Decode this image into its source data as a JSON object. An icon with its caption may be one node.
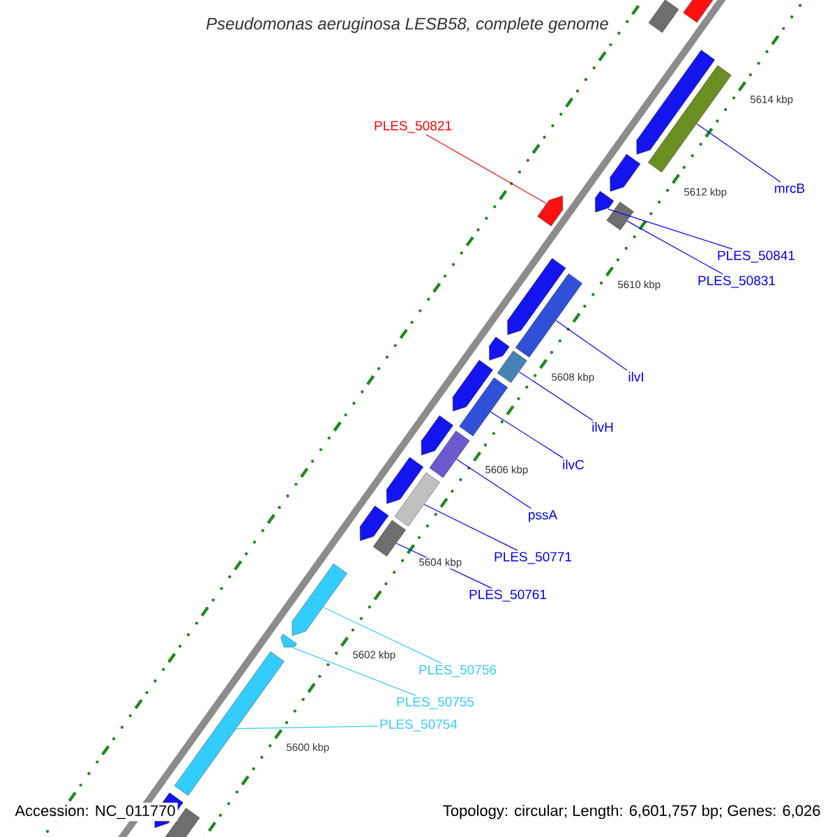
{
  "diagram": {
    "title": "Pseudomonas aeruginosa LESB58, complete genome",
    "nodes": [
      {
        "text": [
          "PLES_50821"
        ]
      },
      {
        "text": [
          "mrcB"
        ]
      },
      {
        "text": [
          "PLES_50841"
        ]
      },
      {
        "text": [
          "PLES_50831"
        ]
      },
      {
        "text": [
          "ilvI"
        ]
      },
      {
        "text": [
          "ilvH"
        ]
      },
      {
        "text": [
          "ilvC"
        ]
      },
      {
        "text": [
          "pssA"
        ]
      },
      {
        "text": [
          "PLES_50771"
        ]
      },
      {
        "text": [
          "PLES_50761"
        ]
      },
      {
        "text": [
          "PLES_50756"
        ]
      },
      {
        "text": [
          "PLES_50755"
        ]
      },
      {
        "text": [
          "PLES_50754"
        ]
      },
      {
        "text": [],
        "shape": "bar"
      },
      {
        "text": [],
        "shape": "bar"
      },
      {
        "text": [],
        "shape": "bar"
      },
      {
        "text": [],
        "shape": "bar"
      },
      {
        "text": [],
        "shape": "bar"
      },
      {
        "text": [],
        "shape": "bar"
      },
      {
        "text": [],
        "shape": "bar"
      },
      {
        "text": [],
        "shape": "bar"
      },
      {
        "text": [],
        "shape": "bar"
      },
      {
        "text": [],
        "shape": "bar"
      },
      {
        "text": [],
        "shape": "bar"
      },
      {
        "text": [],
        "shape": "bar"
      },
      {
        "text": [],
        "shape": "bar"
      },
      {
        "text": [],
        "shape": "bar"
      },
      {
        "text": [],
        "shape": "bar"
      },
      {
        "text": [],
        "shape": "bar"
      },
      {
        "text": [],
        "shape": "bar"
      },
      {
        "text": [],
        "shape": "bar"
      },
      {
        "text": [],
        "shape": "bar"
      },
      {
        "text": [],
        "shape": "bar"
      },
      {
        "text": [],
        "shape": "bar"
      },
      {
        "text": [],
        "shape": "bar"
      },
      {
        "text": [],
        "shape": "bar"
      },
      {
        "text": [],
        "shape": "bar"
      },
      {
        "text": [],
        "shape": "bar"
      }
    ],
    "edges": [
      {
        "from": 0,
        "to": 18,
        "arrow": "none",
        "color": "#ff0000"
      },
      {
        "from": 1,
        "to": 16,
        "arrow": "none"
      },
      {
        "from": 2,
        "to": 19,
        "arrow": "none"
      },
      {
        "from": 3,
        "to": 20,
        "arrow": "none"
      },
      {
        "from": 4,
        "to": 22,
        "arrow": "none"
      },
      {
        "from": 5,
        "to": 24,
        "arrow": "none"
      },
      {
        "from": 6,
        "to": 26,
        "arrow": "none"
      },
      {
        "from": 7,
        "to": 28,
        "arrow": "none"
      },
      {
        "from": 8,
        "to": 30,
        "arrow": "none"
      },
      {
        "from": 9,
        "to": 32,
        "arrow": "none"
      },
      {
        "from": 10,
        "to": 33,
        "arrow": "none",
        "color": "#33ccff"
      },
      {
        "from": 11,
        "to": 34,
        "arrow": "none",
        "color": "#33ccff"
      },
      {
        "from": 12,
        "to": 35,
        "arrow": "none",
        "color": "#33ccff"
      }
    ],
    "labels": [
      "5614 kbp",
      "5612 kbp",
      "5610 kbp",
      "5608 kbp",
      "5606 kbp",
      "5604 kbp",
      "5602 kbp",
      "5600 kbp",
      "Accession: NC_011770",
      "Topology: circular; Length: 6,601,757 bp; Genes: 6,026"
    ]
  }
}
